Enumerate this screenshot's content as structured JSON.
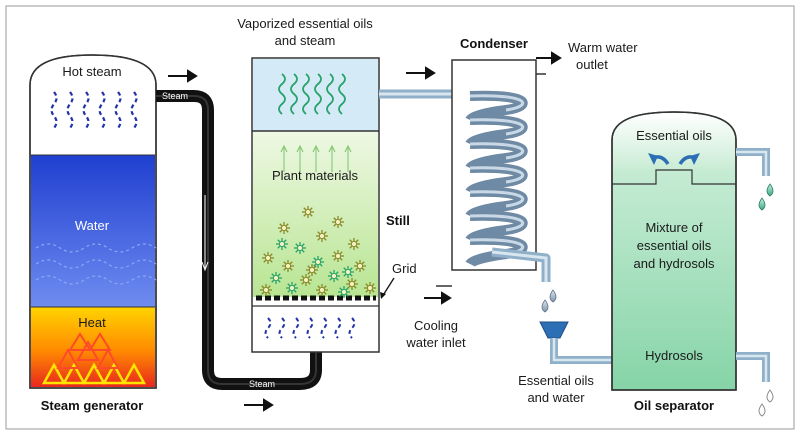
{
  "labels": {
    "hot_steam": "Hot steam",
    "water": "Water",
    "heat": "Heat",
    "steam_generator": "Steam generator",
    "steam_pipe_top": "Steam",
    "steam_pipe_bottom": "Steam",
    "vaporized_line1": "Vaporized essential oils",
    "vaporized_line2": "and steam",
    "plant_materials": "Plant materials",
    "still": "Still",
    "grid": "Grid",
    "condenser": "Condenser",
    "warm_water_line1": "Warm water",
    "warm_water_line2": "outlet",
    "cooling_line1": "Cooling",
    "cooling_line2": "water inlet",
    "oils_water_line1": "Essential oils",
    "oils_water_line2": "and water",
    "essential_oils": "Essential oils",
    "mixture_line1": "Mixture of",
    "mixture_line2": "essential oils",
    "mixture_line3": "and hydrosols",
    "hydrosols": "Hydrosols",
    "oil_separator": "Oil separator"
  },
  "colors": {
    "water_blue": "#2f4fd6",
    "heat_yellow": "#ffd400",
    "heat_red": "#e8321e",
    "steam_blue": "#2233aa",
    "vapor_green": "#2aa36a",
    "plant_green": "#c8eaa0",
    "separator_green": "#a9e3c0",
    "coil_blue": "#9fb6cc",
    "pipe_black": "#111111"
  },
  "icons": [
    "steam-wave",
    "flame-triangle",
    "star-flower",
    "droplet",
    "arrow-right",
    "curved-arrow"
  ]
}
